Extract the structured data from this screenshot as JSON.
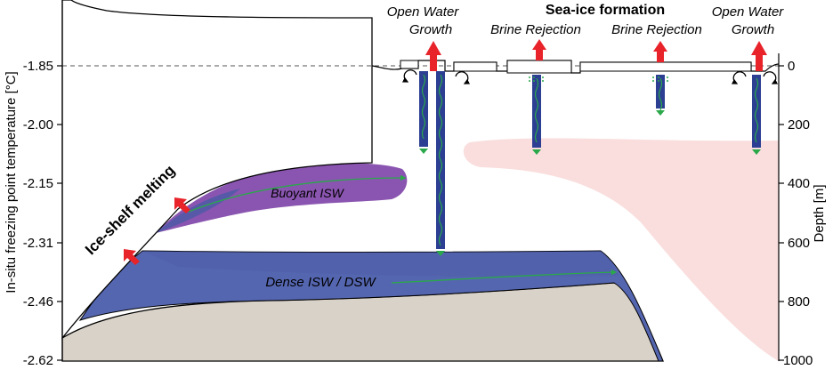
{
  "labels": {
    "left_axis_title": "In-situ freezing point temperature [°C]",
    "right_axis_title": "Depth [m]",
    "seaice_title": "Sea-ice formation",
    "open_water_1_line1": "Open Water",
    "open_water_1_line2": "Growth",
    "brine_1": "Brine Rejection",
    "brine_2": "Brine Rejection",
    "open_water_2_line1": "Open Water",
    "open_water_2_line2": "Growth",
    "ice_shelf_melting": "Ice-shelf melting",
    "buoyant_isw": "Buoyant ISW",
    "dense_isw": "Dense ISW / DSW"
  },
  "left_ticks": [
    "-1.85",
    "-2.00",
    "-2.15",
    "-2.31",
    "-2.46",
    "-2.62"
  ],
  "right_ticks": [
    "0",
    "200",
    "400",
    "600",
    "800",
    "1000"
  ],
  "colors": {
    "dense_water": "#5566b0",
    "buoyant_water": "#8a55b0",
    "seafloor": "#d9d2c9",
    "warm_plume": "#f9dedd",
    "up_arrow": "#e8232a",
    "plume_green": "#2aa84a",
    "plume_column": "#2c3f93"
  }
}
